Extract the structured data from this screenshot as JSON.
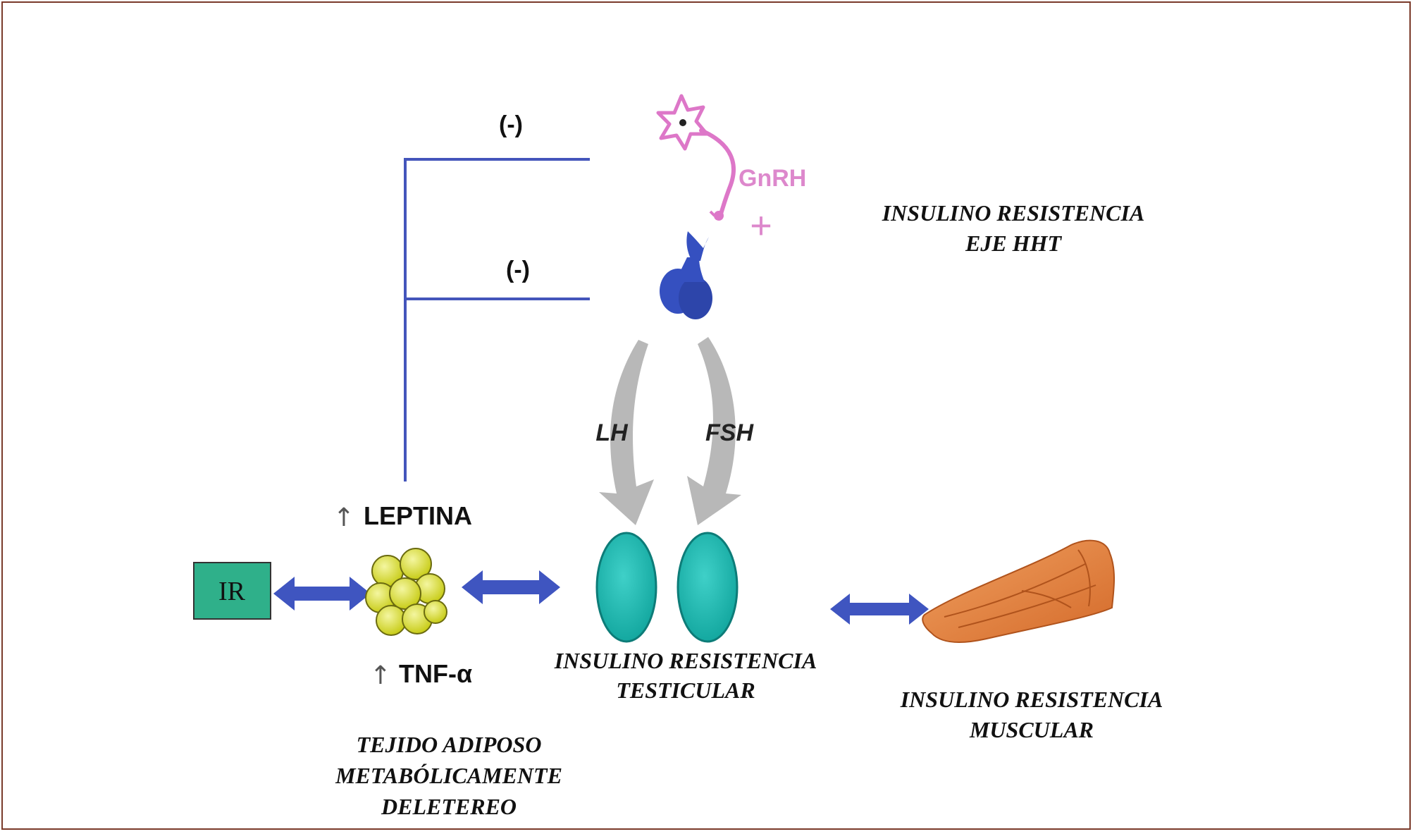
{
  "labels": {
    "neg_top": "(-)",
    "neg_mid": "(-)",
    "gnrh": "GnRH",
    "plus": "+",
    "lh": "LH",
    "fsh": "FSH",
    "leptina": "LEPTINA",
    "tnf": "TNF-α",
    "up_arrow": "↑",
    "ir": "IR"
  },
  "captions": {
    "hht_line1": "INSULINO RESISTENCIA",
    "hht_line2": "EJE HHT",
    "testicular_line1": "INSULINO RESISTENCIA",
    "testicular_line2": "TESTICULAR",
    "muscular_line1": "INSULINO RESISTENCIA",
    "muscular_line2": "MUSCULAR",
    "adipose_line1": "TEJIDO ADIPOSO",
    "adipose_line2": "METABÓLICAMENTE",
    "adipose_line3": "DELETEREO"
  },
  "colors": {
    "feedback_line": "#4455bb",
    "arrow_blue": "#3f55c0",
    "neuron_pink": "#dd77c8",
    "pituitary_blue": "#3550c0",
    "gray_arrow": "#b8b8b8",
    "testis_teal": "#1fb8b0",
    "ir_box": "#2fb08a",
    "adipose_yellow": "#e0e630",
    "muscle_orange": "#e07a3a",
    "frame_border": "#7a3a2a"
  },
  "icons": [
    "neuron-icon",
    "pituitary-icon",
    "adipose-cells-icon",
    "testis-icon",
    "muscle-icon"
  ]
}
